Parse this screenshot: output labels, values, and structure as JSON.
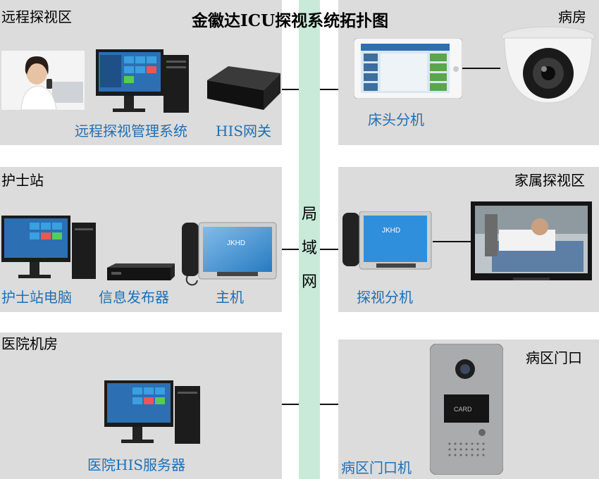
{
  "diagram": {
    "title": "金徽达ICU探视系统拓扑图",
    "network_label": [
      "局",
      "域",
      "网"
    ],
    "zones": {
      "remote": {
        "title": "远程探视区",
        "labels": [
          "远程探视管理系统",
          "HIS网关"
        ]
      },
      "ward": {
        "title": "病房",
        "labels": [
          "床头分机"
        ]
      },
      "nurse": {
        "title": "护士站",
        "labels": [
          "护士站电脑",
          "信息发布器",
          "主机"
        ]
      },
      "family": {
        "title": "家属探视区",
        "labels": [
          "探视分机"
        ]
      },
      "server": {
        "title": "医院机房",
        "labels": [
          "医院HIS服务器"
        ]
      },
      "door": {
        "title": "病区门口",
        "labels": [
          "病区门口机"
        ]
      }
    },
    "screen_texts": {
      "host_brand": "JKHD",
      "door_card": "CARD"
    },
    "colors": {
      "panel": "#dcdcdc",
      "bus": "#c9ead9",
      "label_blue": "#1f6fb4"
    },
    "icons": [
      "person-photo",
      "desktop-computer",
      "gateway-box",
      "bedside-terminal",
      "dome-camera",
      "host-phone-terminal",
      "info-publisher-box",
      "patient-monitor-screen",
      "door-intercom"
    ]
  }
}
